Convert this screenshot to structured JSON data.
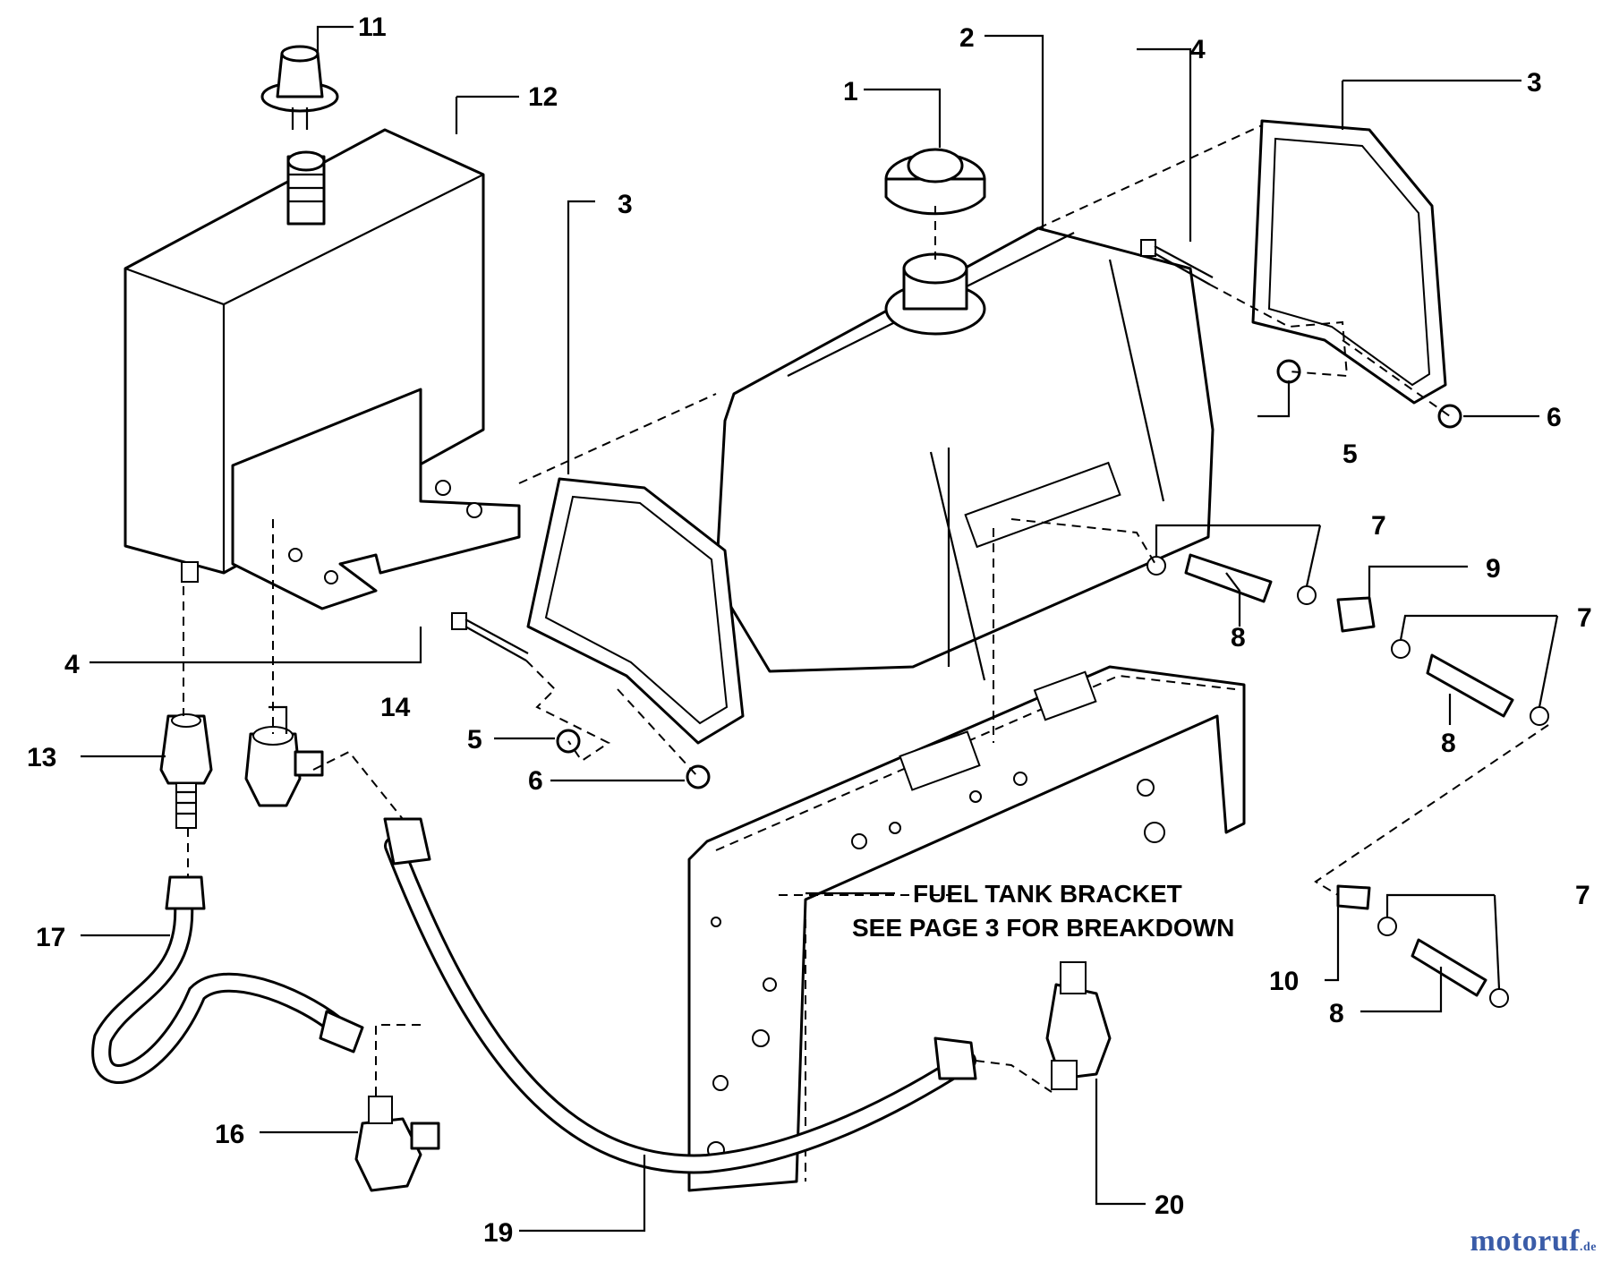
{
  "callouts": [
    "1",
    "2",
    "3",
    "3",
    "4",
    "4",
    "5",
    "5",
    "6",
    "6",
    "7",
    "7",
    "7",
    "8",
    "8",
    "8",
    "9",
    "10",
    "11",
    "12",
    "13",
    "14",
    "16",
    "17",
    "19",
    "20"
  ],
  "note": {
    "line1": "FUEL TANK BRACKET",
    "line2": "SEE PAGE 3 FOR BREAKDOWN"
  },
  "watermark": {
    "name": "motoruf",
    "tld": ".de"
  }
}
